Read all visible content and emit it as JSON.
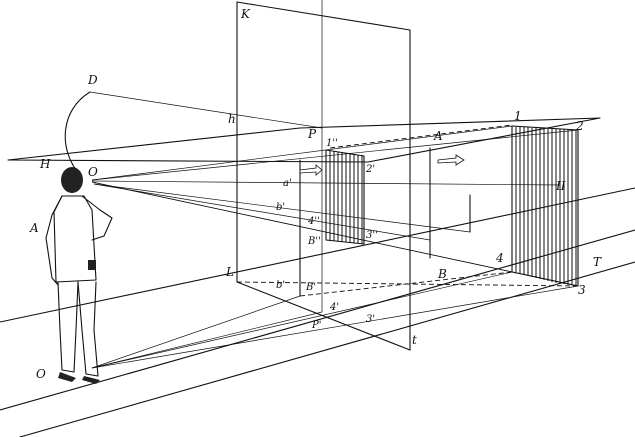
{
  "labels": {
    "K": "K",
    "D": "D",
    "h": "h",
    "P": "P",
    "one_prime_double": "1''",
    "A_top": "A",
    "one": "1",
    "two": "2",
    "H": "H",
    "O_eye": "O",
    "a_prime": "a'",
    "two_prime": "2'",
    "b_prime_double": "b'",
    "four_prime_double": "4''",
    "B_prime_double": "B''",
    "three_prime_double": "3''",
    "II": "II",
    "A_left": "A",
    "four": "4",
    "B": "B",
    "T": "T",
    "L": "L",
    "b_prime": "b'",
    "B_prime": "B'",
    "four_prime": "4'",
    "three_prime": "3'",
    "P_prime": "P'",
    "t": "t",
    "O_foot": "O",
    "three": "3"
  }
}
